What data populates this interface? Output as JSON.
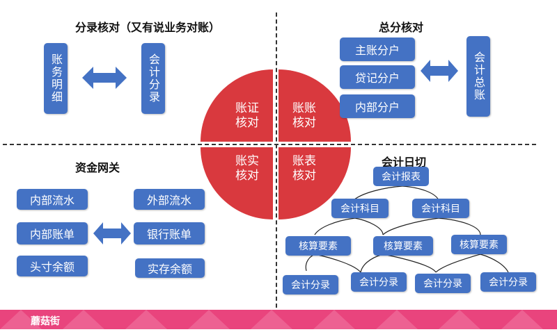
{
  "colors": {
    "accent_blue": "#4472c4",
    "circle_red": "#d9393e",
    "footer_pink": "#e9447d"
  },
  "quadrants": {
    "top_left": {
      "title": "分录核对（又有说业务对账）",
      "left_box": "账务明细",
      "right_box": "会计分录"
    },
    "top_right": {
      "title": "总分核对",
      "items": [
        "主账分户",
        "贷记分户",
        "内部分户"
      ],
      "right_box": "会计总账"
    },
    "bottom_left": {
      "title": "资金网关",
      "left_items": [
        "内部流水",
        "内部账单",
        "头寸余额"
      ],
      "right_items": [
        "外部流水",
        "银行账单",
        "实存余额"
      ]
    },
    "bottom_right": {
      "title": "会计日切",
      "tree": {
        "report": "会计报表",
        "subjects": [
          "会计科目",
          "会计科目"
        ],
        "elements": [
          "核算要素",
          "核算要素",
          "核算要素"
        ],
        "entries": [
          "会计分录",
          "会计分录",
          "会计分录",
          "会计分录"
        ]
      }
    }
  },
  "circle": {
    "top_left": "账证核对",
    "top_right": "账账核对",
    "bottom_left": "账实核对",
    "bottom_right": "账表核对"
  },
  "footer": {
    "brand": "蘑菇街"
  }
}
